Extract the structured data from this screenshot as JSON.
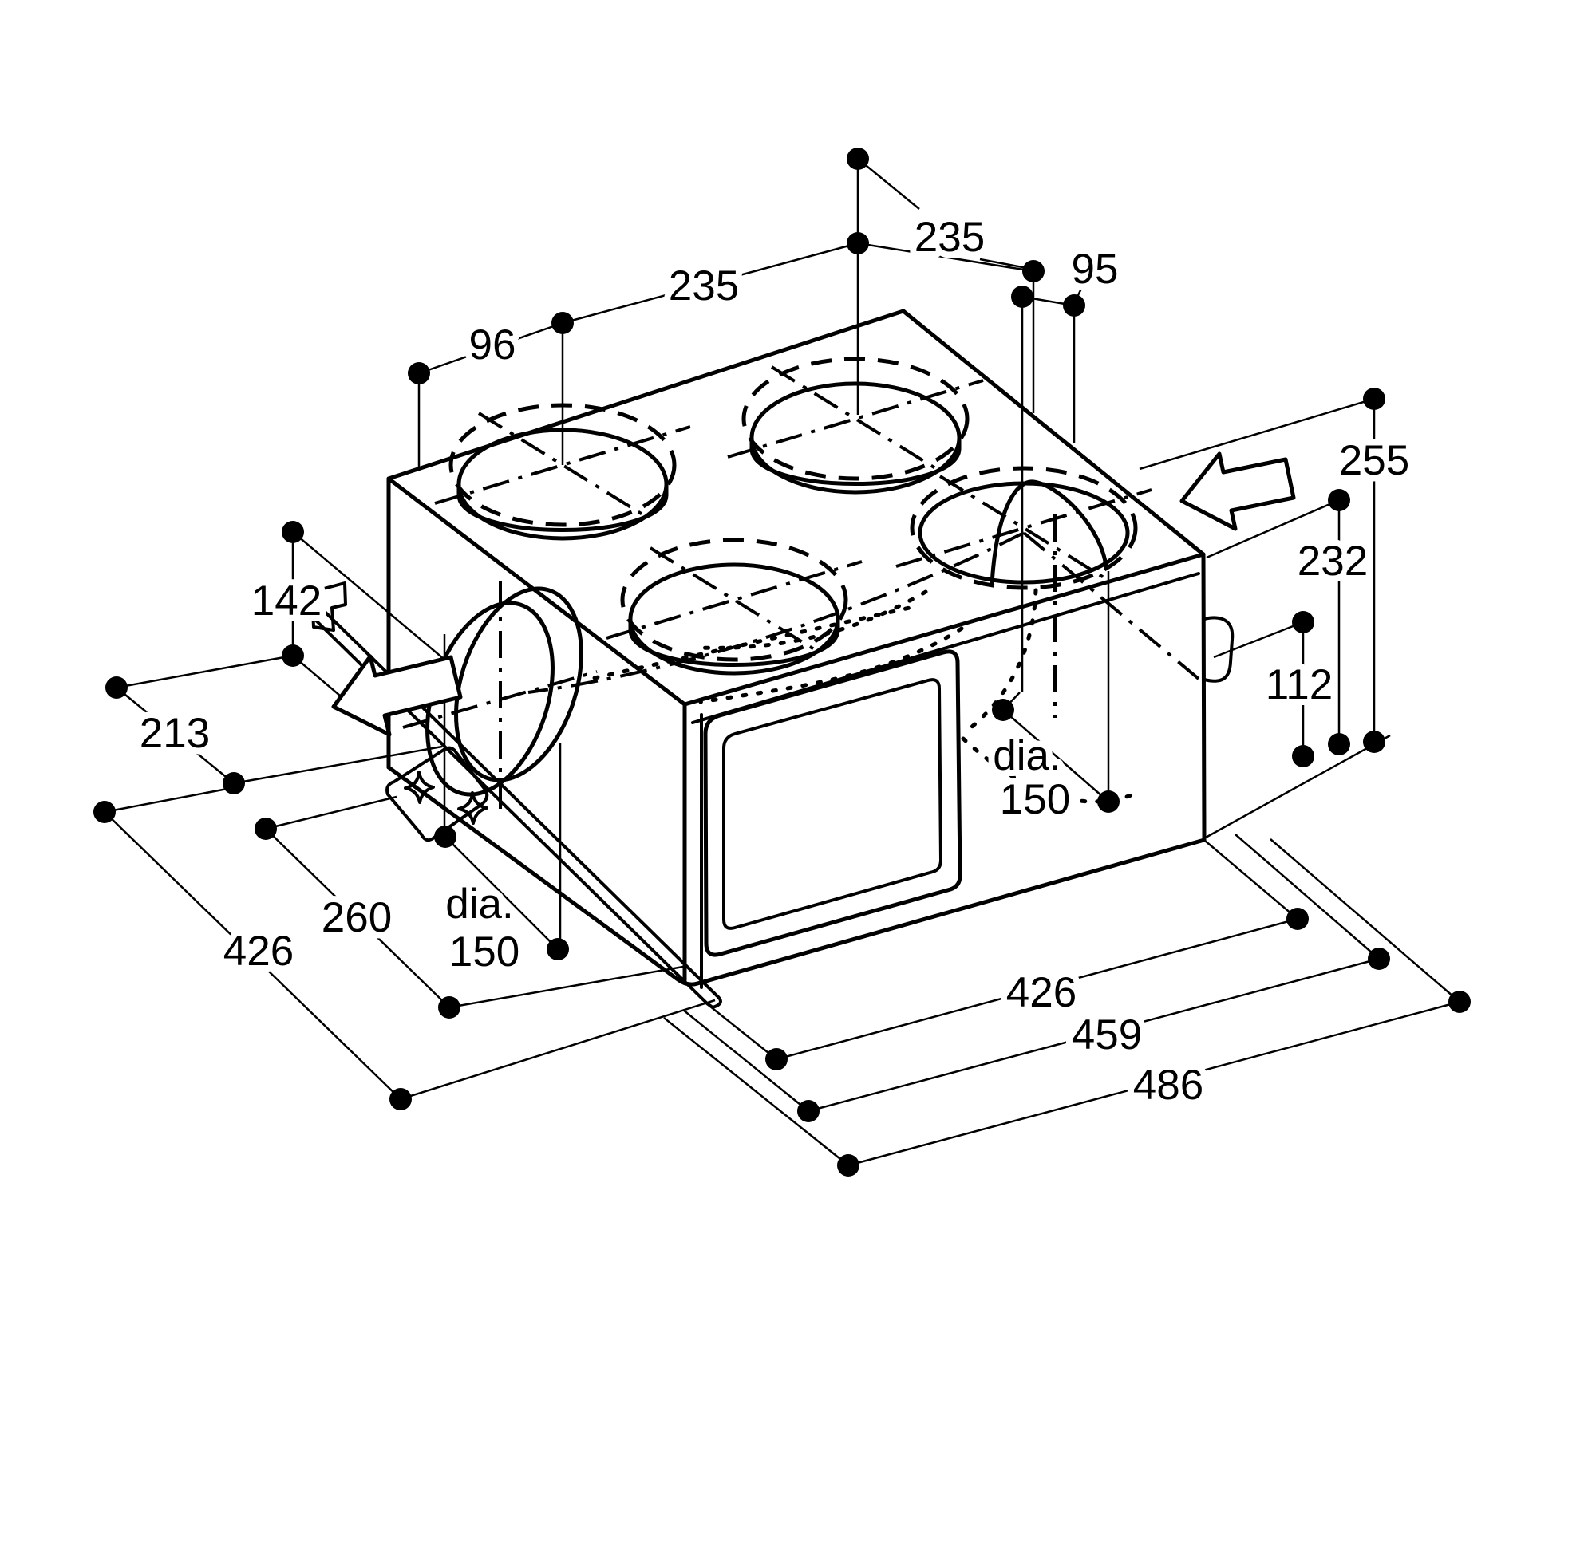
{
  "page": {
    "background_color": "#ffffff",
    "line_color": "#000000",
    "description": "isometric-installation-dimension-drawing-of-duct-ventilation-unit"
  },
  "dim_labels": {
    "top_spacing": "235",
    "top_edge_offset": "95",
    "left_spacing": "235",
    "left_edge_offset": "96",
    "overall_height": "255",
    "body_height": "232",
    "right_port_height": "112",
    "right_duct_dia_prefix": "dia.",
    "right_duct_dia_value": "150",
    "side_port_center_height": "142",
    "side_offset_front": "213",
    "side_port_center_depth": "260",
    "side_duct_dia_prefix": "dia.",
    "side_duct_dia_value": "150",
    "depth_left": "426",
    "base_width": "426",
    "width_with_side_duct": "459",
    "overall_width": "486"
  }
}
